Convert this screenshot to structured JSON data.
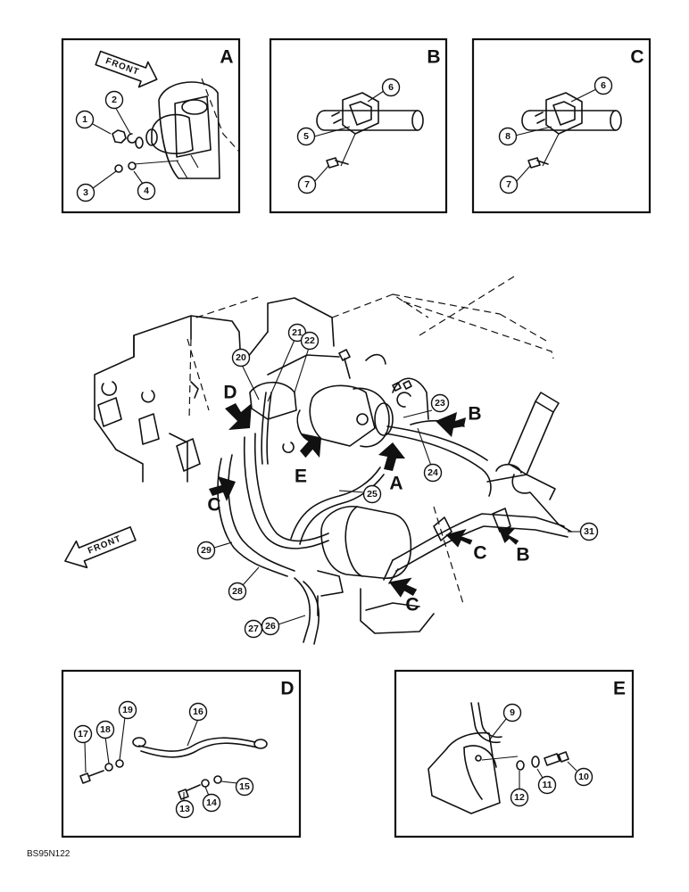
{
  "panels": {
    "A": {
      "letter": "A",
      "front": "FRONT",
      "callouts": [
        "1",
        "2",
        "3",
        "4"
      ]
    },
    "B": {
      "letter": "B",
      "callouts": [
        "6",
        "5",
        "7"
      ]
    },
    "C": {
      "letter": "C",
      "callouts": [
        "6",
        "8",
        "7"
      ]
    },
    "D": {
      "letter": "D",
      "callouts": [
        "16",
        "17",
        "18",
        "19",
        "13",
        "14",
        "15"
      ]
    },
    "E": {
      "letter": "E",
      "callouts": [
        "9",
        "12",
        "11",
        "10"
      ]
    }
  },
  "main": {
    "front": "FRONT",
    "callouts": [
      "21",
      "22",
      "20",
      "23",
      "24",
      "25",
      "31",
      "29",
      "28",
      "27",
      "26"
    ],
    "arrow_labels": [
      "D",
      "B",
      "E",
      "A",
      "C",
      "C",
      "B",
      "C"
    ]
  },
  "figure_code": "BS95N122"
}
